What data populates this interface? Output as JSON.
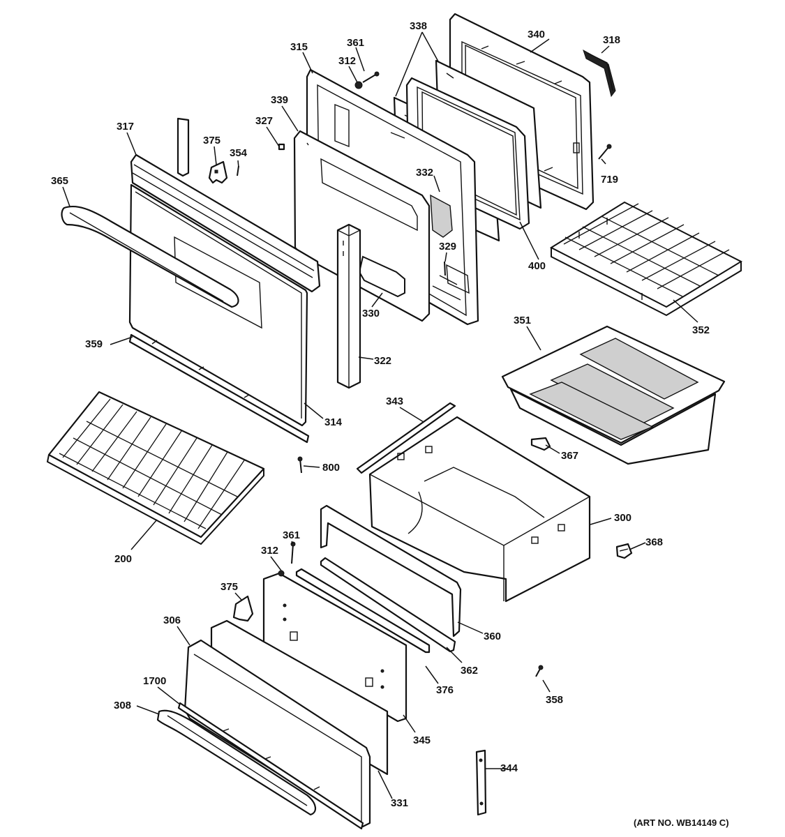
{
  "diagram": {
    "art_number": "(ART NO. WB14149 C)",
    "labels": {
      "l315": "315",
      "l361a": "361",
      "l312a": "312",
      "l338": "338",
      "l340": "340",
      "l318": "318",
      "l339": "339",
      "l327": "327",
      "l317": "317",
      "l375a": "375",
      "l354": "354",
      "l365": "365",
      "l332": "332",
      "l719": "719",
      "l329": "329",
      "l400": "400",
      "l330": "330",
      "l351": "351",
      "l352": "352",
      "l359": "359",
      "l322": "322",
      "l314": "314",
      "l343": "343",
      "l367": "367",
      "l800": "800",
      "l200": "200",
      "l300": "300",
      "l368": "368",
      "l361b": "361",
      "l312b": "312",
      "l375b": "375",
      "l306": "306",
      "l360": "360",
      "l1700": "1700",
      "l362": "362",
      "l308": "308",
      "l376": "376",
      "l358": "358",
      "l345": "345",
      "l344": "344",
      "l331": "331"
    }
  }
}
